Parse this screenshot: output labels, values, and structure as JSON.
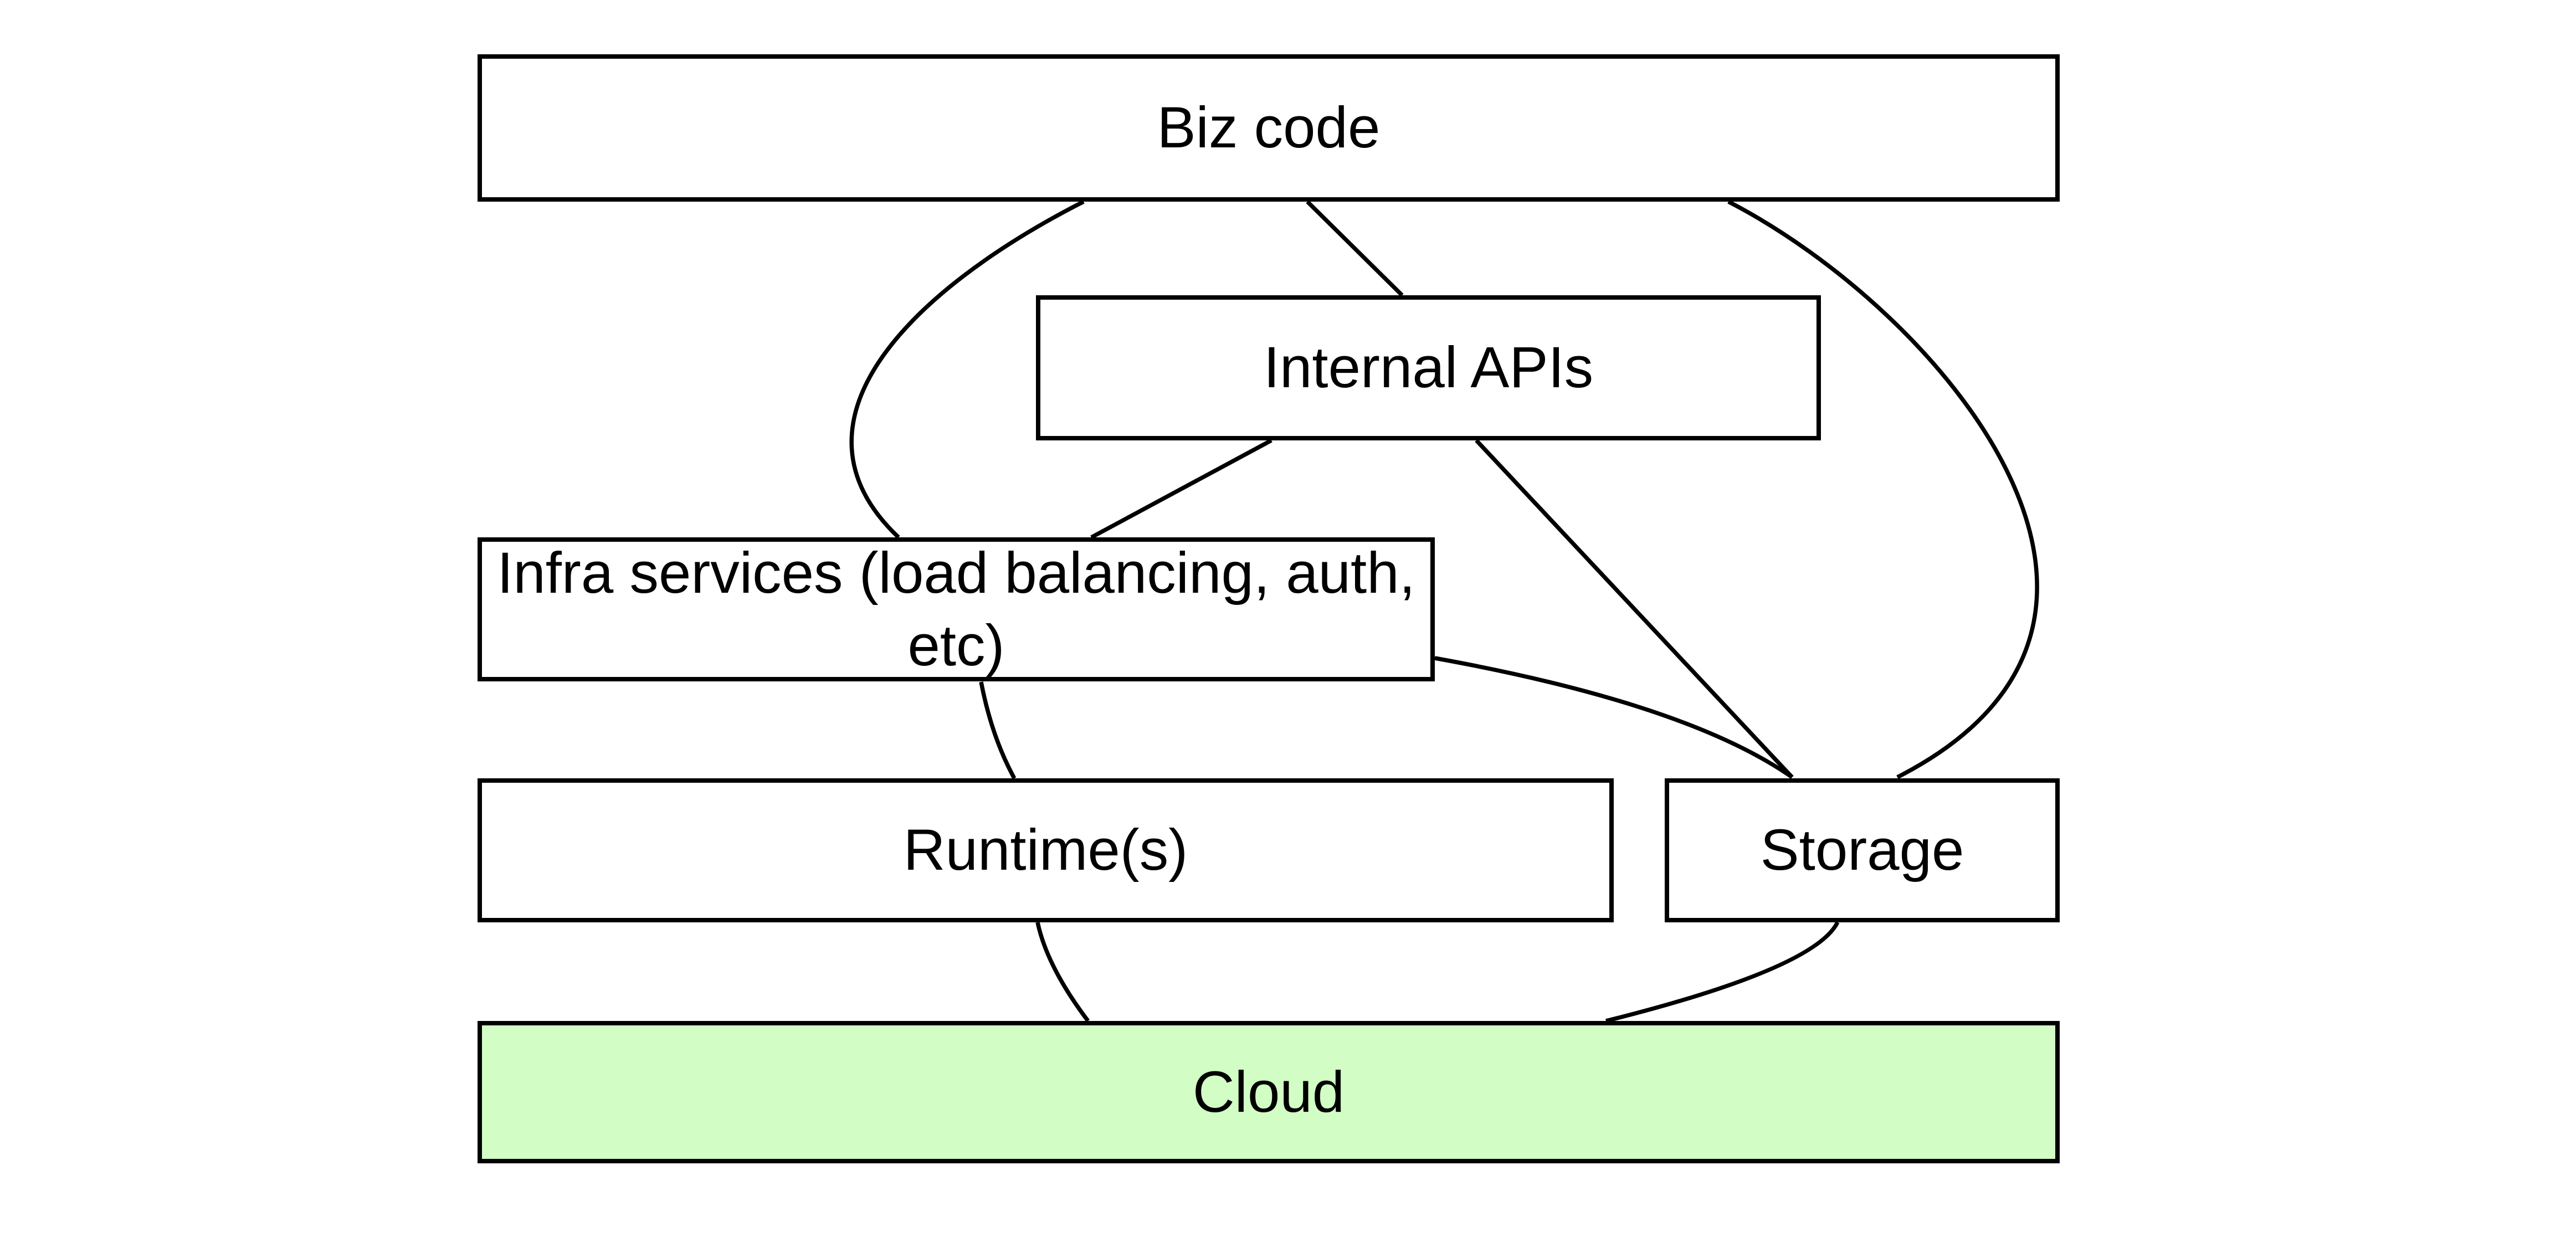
{
  "diagram": {
    "nodes": [
      {
        "id": "biz-code",
        "label": "Biz code"
      },
      {
        "id": "internal-apis",
        "label": "Internal APIs"
      },
      {
        "id": "infra-services",
        "label": "Infra services (load balancing, auth, etc)"
      },
      {
        "id": "runtime",
        "label": "Runtime(s)"
      },
      {
        "id": "storage",
        "label": "Storage"
      },
      {
        "id": "cloud",
        "label": "Cloud"
      }
    ],
    "edges": [
      {
        "from": "biz-code",
        "to": "internal-apis"
      },
      {
        "from": "biz-code",
        "to": "infra-services"
      },
      {
        "from": "biz-code",
        "to": "storage"
      },
      {
        "from": "internal-apis",
        "to": "infra-services"
      },
      {
        "from": "internal-apis",
        "to": "storage"
      },
      {
        "from": "infra-services",
        "to": "runtime"
      },
      {
        "from": "infra-services",
        "to": "storage"
      },
      {
        "from": "runtime",
        "to": "cloud"
      },
      {
        "from": "storage",
        "to": "cloud"
      }
    ],
    "colors": {
      "node_fill": "#ffffff",
      "cloud_fill": "#d2fdc4",
      "stroke": "#000000"
    }
  }
}
